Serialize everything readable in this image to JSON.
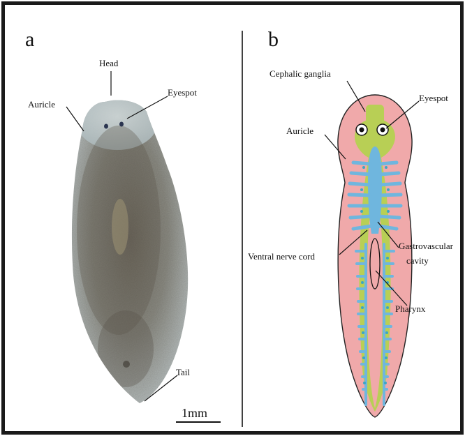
{
  "panels": {
    "a": {
      "letter": "a",
      "labels": {
        "head": "Head",
        "auricle": "Auricle",
        "eyespot": "Eyespot",
        "tail": "Tail"
      },
      "scale_bar": "1mm"
    },
    "b": {
      "letter": "b",
      "labels": {
        "cephalic_ganglia": "Cephalic ganglia",
        "eyespot": "Eyespot",
        "auricle": "Auricle",
        "ventral_nerve_cord": "Ventral nerve cord",
        "gastrovascular_line1": "Gastrovascular",
        "gastrovascular_line2": "cavity",
        "pharynx": "Pharynx"
      }
    }
  },
  "colors": {
    "body_photo": "#8f9086",
    "body_schematic": "#f0a9aa",
    "nerve": "#b8cf55",
    "gut": "#6fb6de",
    "gut_branch_dots": "#3aa6c6"
  }
}
